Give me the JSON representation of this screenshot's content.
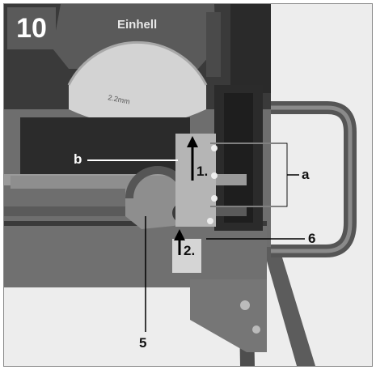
{
  "figure": {
    "number": "10"
  },
  "blade": {
    "brand_text": "Einhell",
    "size_text": "2.2mm"
  },
  "callouts": {
    "a": "a",
    "b": "b",
    "five": "5",
    "six": "6",
    "step1": "1.",
    "step2": "2."
  },
  "colors": {
    "background": "#f2f2f2",
    "table_metal": "#6e6e6e",
    "dark_metal": "#2c2c2c",
    "blade": "#cfcfcf",
    "badge": "#5a5a5a"
  }
}
